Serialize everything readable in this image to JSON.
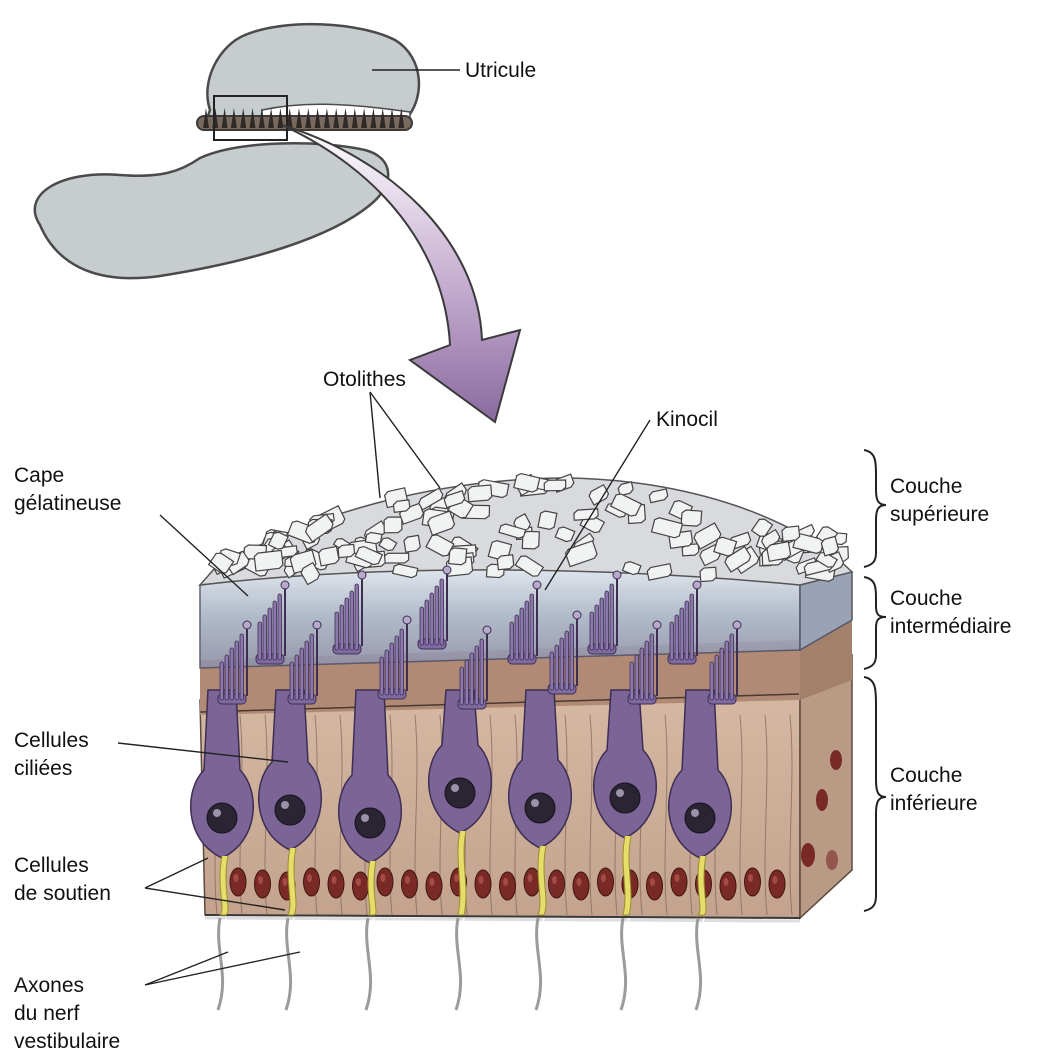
{
  "labels": {
    "utricule": "Utricule",
    "otolithes": "Otolithes",
    "kinocil": "Kinocil",
    "cape_line1": "Cape",
    "cape_line2": "gélatineuse",
    "cellules_ciliees_line1": "Cellules",
    "cellules_ciliees_line2": "ciliées",
    "cellules_soutien_line1": "Cellules",
    "cellules_soutien_line2": "de soutien",
    "axones_line1": "Axones",
    "axones_line2": "du nerf",
    "axones_line3": "vestibulaire",
    "couche_sup_line1": "Couche",
    "couche_sup_line2": "supérieure",
    "couche_int_line1": "Couche",
    "couche_int_line2": "intermédiaire",
    "couche_inf_line1": "Couche",
    "couche_inf_line2": "inférieure"
  },
  "colors": {
    "organ_fill": "#c7cdcf",
    "gel_fill": "#b9c3cf",
    "tissue_fill": "#c8a993",
    "hair_cell": "#7a6596",
    "nucleus_support": "#7a2a26",
    "nerve": "#e6dd6a",
    "arrow": "#a68cb3",
    "otolith": "#f1f2f2"
  }
}
